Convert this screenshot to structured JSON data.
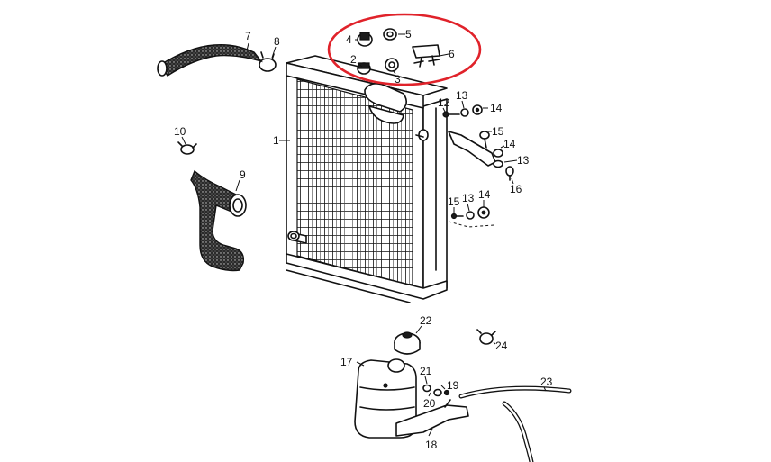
{
  "highlight": {
    "color": "#e0222a"
  },
  "callouts": {
    "n1": "1",
    "n2": "2",
    "n3": "3",
    "n4": "4",
    "n5": "5",
    "n6": "6",
    "n7": "7",
    "n8": "8",
    "n9": "9",
    "n10": "10",
    "n12": "12",
    "n13a": "13",
    "n14a": "14",
    "n15a": "15",
    "n14b": "14",
    "n13b": "13",
    "n16": "16",
    "n15b": "15",
    "n13c": "13",
    "n14c": "14",
    "n17": "17",
    "n18": "18",
    "n19": "19",
    "n20": "20",
    "n21": "21",
    "n22": "22",
    "n23": "23",
    "n24": "24"
  }
}
